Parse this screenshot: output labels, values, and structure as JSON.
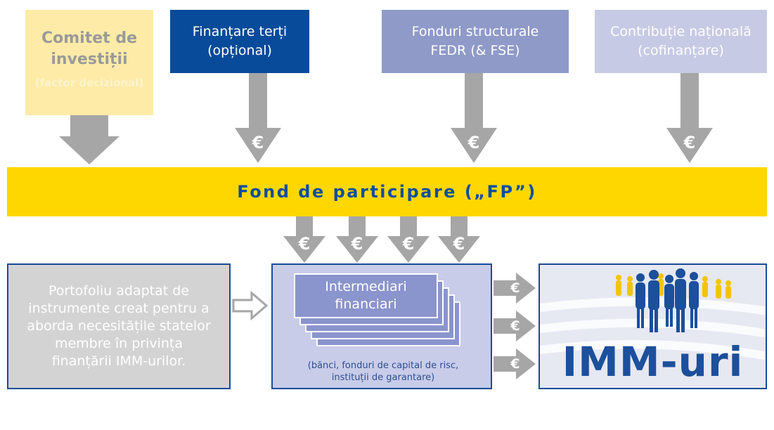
{
  "sources": {
    "committee": {
      "line1": "Comitet de",
      "line2": "investiții",
      "line3": "(factor decizional)"
    },
    "third_party": {
      "line1": "Finanțare terți",
      "line2": "(opțional)"
    },
    "structural": {
      "line1": "Fonduri structurale",
      "line2": "FEDR (& FSE)"
    },
    "national": {
      "line1": "Contribuție națională",
      "line2": "(cofinanțare)"
    }
  },
  "fund": {
    "label": "Fond de participare („FP”)"
  },
  "portfolio": {
    "lines": [
      "Portofoliu adaptat de",
      "instrumente creat pentru a",
      "aborda necesitățile statelor",
      "membre în privința",
      "finanțării IMM-urilor."
    ]
  },
  "intermediaries": {
    "line1": "Intermediari",
    "line2": "financiari",
    "note1": "(bănci, fonduri de capital de risc,",
    "note2": "instituții de garantare)"
  },
  "sme": {
    "label": "IMM-uri"
  },
  "currency_symbol": "€",
  "colors": {
    "committee": "#fdeba7",
    "third_party": "#084b9a",
    "structural": "#8f9ac9",
    "national": "#c6cae4",
    "fund": "#fed700",
    "fund_text": "#0b4ea0",
    "arrow": "#a6a6a6",
    "border": "#174c96"
  }
}
